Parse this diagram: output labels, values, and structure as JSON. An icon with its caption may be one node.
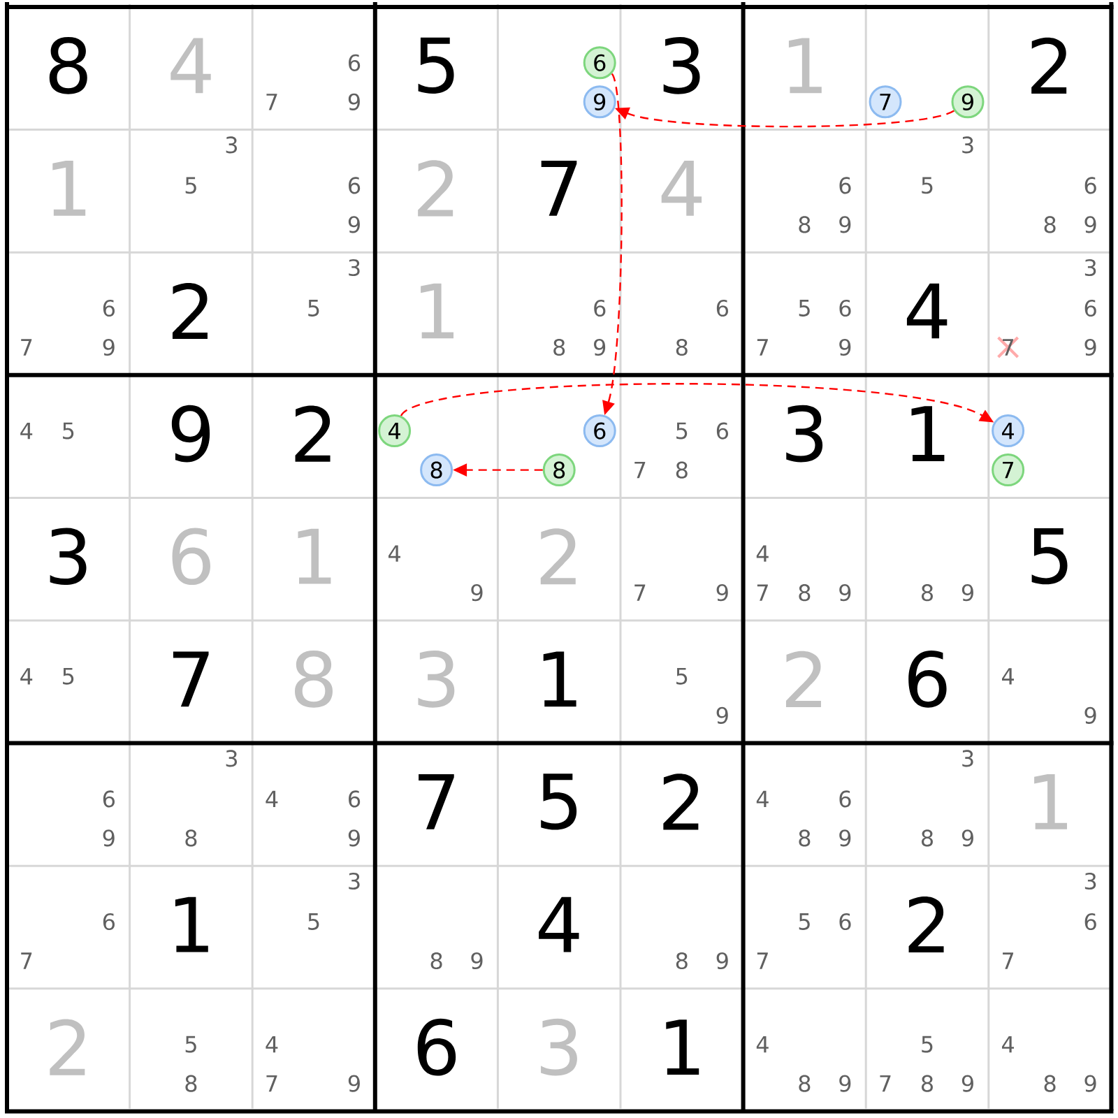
{
  "diagram": {
    "nodes": [
      {
        "text": [
          "6"
        ]
      },
      {
        "text": [
          "9"
        ]
      },
      {
        "text": [
          "7"
        ]
      },
      {
        "text": [
          "9"
        ]
      },
      {
        "text": [
          "4"
        ]
      },
      {
        "text": [
          "8"
        ]
      },
      {
        "text": [
          "6"
        ]
      },
      {
        "text": [
          "8"
        ]
      },
      {
        "text": [
          "4"
        ]
      },
      {
        "text": [
          "7"
        ]
      }
    ],
    "edges": [
      {
        "from": 3,
        "to": 1,
        "arrow": "to",
        "style": "dashed"
      },
      {
        "from": 0,
        "to": 6,
        "arrow": "to",
        "style": "dashed"
      },
      {
        "from": 4,
        "to": 8,
        "arrow": "to",
        "style": "dashed"
      },
      {
        "from": 7,
        "to": 5,
        "arrow": "to",
        "style": "dashed"
      }
    ],
    "labels": [
      "8",
      "4",
      "6",
      "7",
      "9",
      "5",
      "3",
      "1",
      "2",
      "1",
      "3",
      "5",
      "6",
      "9",
      "2",
      "7",
      "4",
      "6",
      "8",
      "9",
      "3",
      "5",
      "6",
      "8",
      "9",
      "6",
      "7",
      "9",
      "2",
      "3",
      "5",
      "1",
      "6",
      "8",
      "9",
      "6",
      "8",
      "5",
      "6",
      "7",
      "9",
      "4",
      "3",
      "6",
      "7",
      "9",
      "4",
      "5",
      "9",
      "2",
      "5",
      "6",
      "7",
      "8",
      "3",
      "1",
      "3",
      "6",
      "1",
      "4",
      "9",
      "2",
      "7",
      "9",
      "4",
      "7",
      "8",
      "9",
      "8",
      "9",
      "5",
      "4",
      "5",
      "7",
      "8",
      "3",
      "1",
      "5",
      "9",
      "2",
      "6",
      "4",
      "9",
      "6",
      "9",
      "3",
      "8",
      "4",
      "6",
      "9",
      "7",
      "5",
      "2",
      "4",
      "6",
      "8",
      "9",
      "3",
      "8",
      "9",
      "1",
      "6",
      "7",
      "1",
      "3",
      "5",
      "8",
      "9",
      "4",
      "8",
      "9",
      "5",
      "6",
      "7",
      "2",
      "3",
      "6",
      "7",
      "2",
      "5",
      "8",
      "4",
      "7",
      "9",
      "6",
      "3",
      "1",
      "4",
      "8",
      "9",
      "5",
      "7",
      "8",
      "9",
      "4",
      "8",
      "9"
    ]
  }
}
